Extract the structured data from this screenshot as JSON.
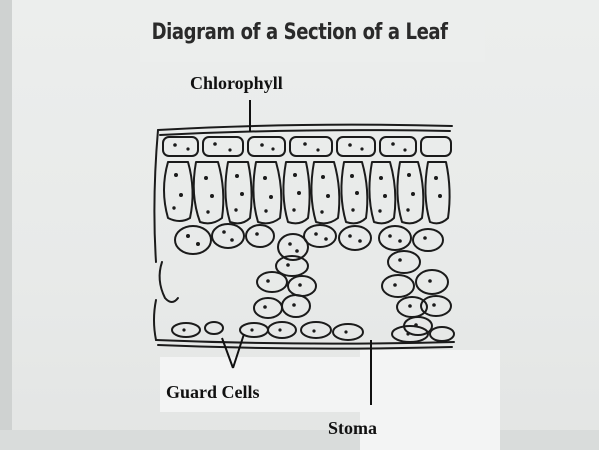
{
  "diagram": {
    "title": "Diagram of a Section of a Leaf",
    "labels": {
      "chlorophyll": "Chlorophyll",
      "guard_cells": "Guard Cells",
      "stoma": "Stoma"
    }
  }
}
